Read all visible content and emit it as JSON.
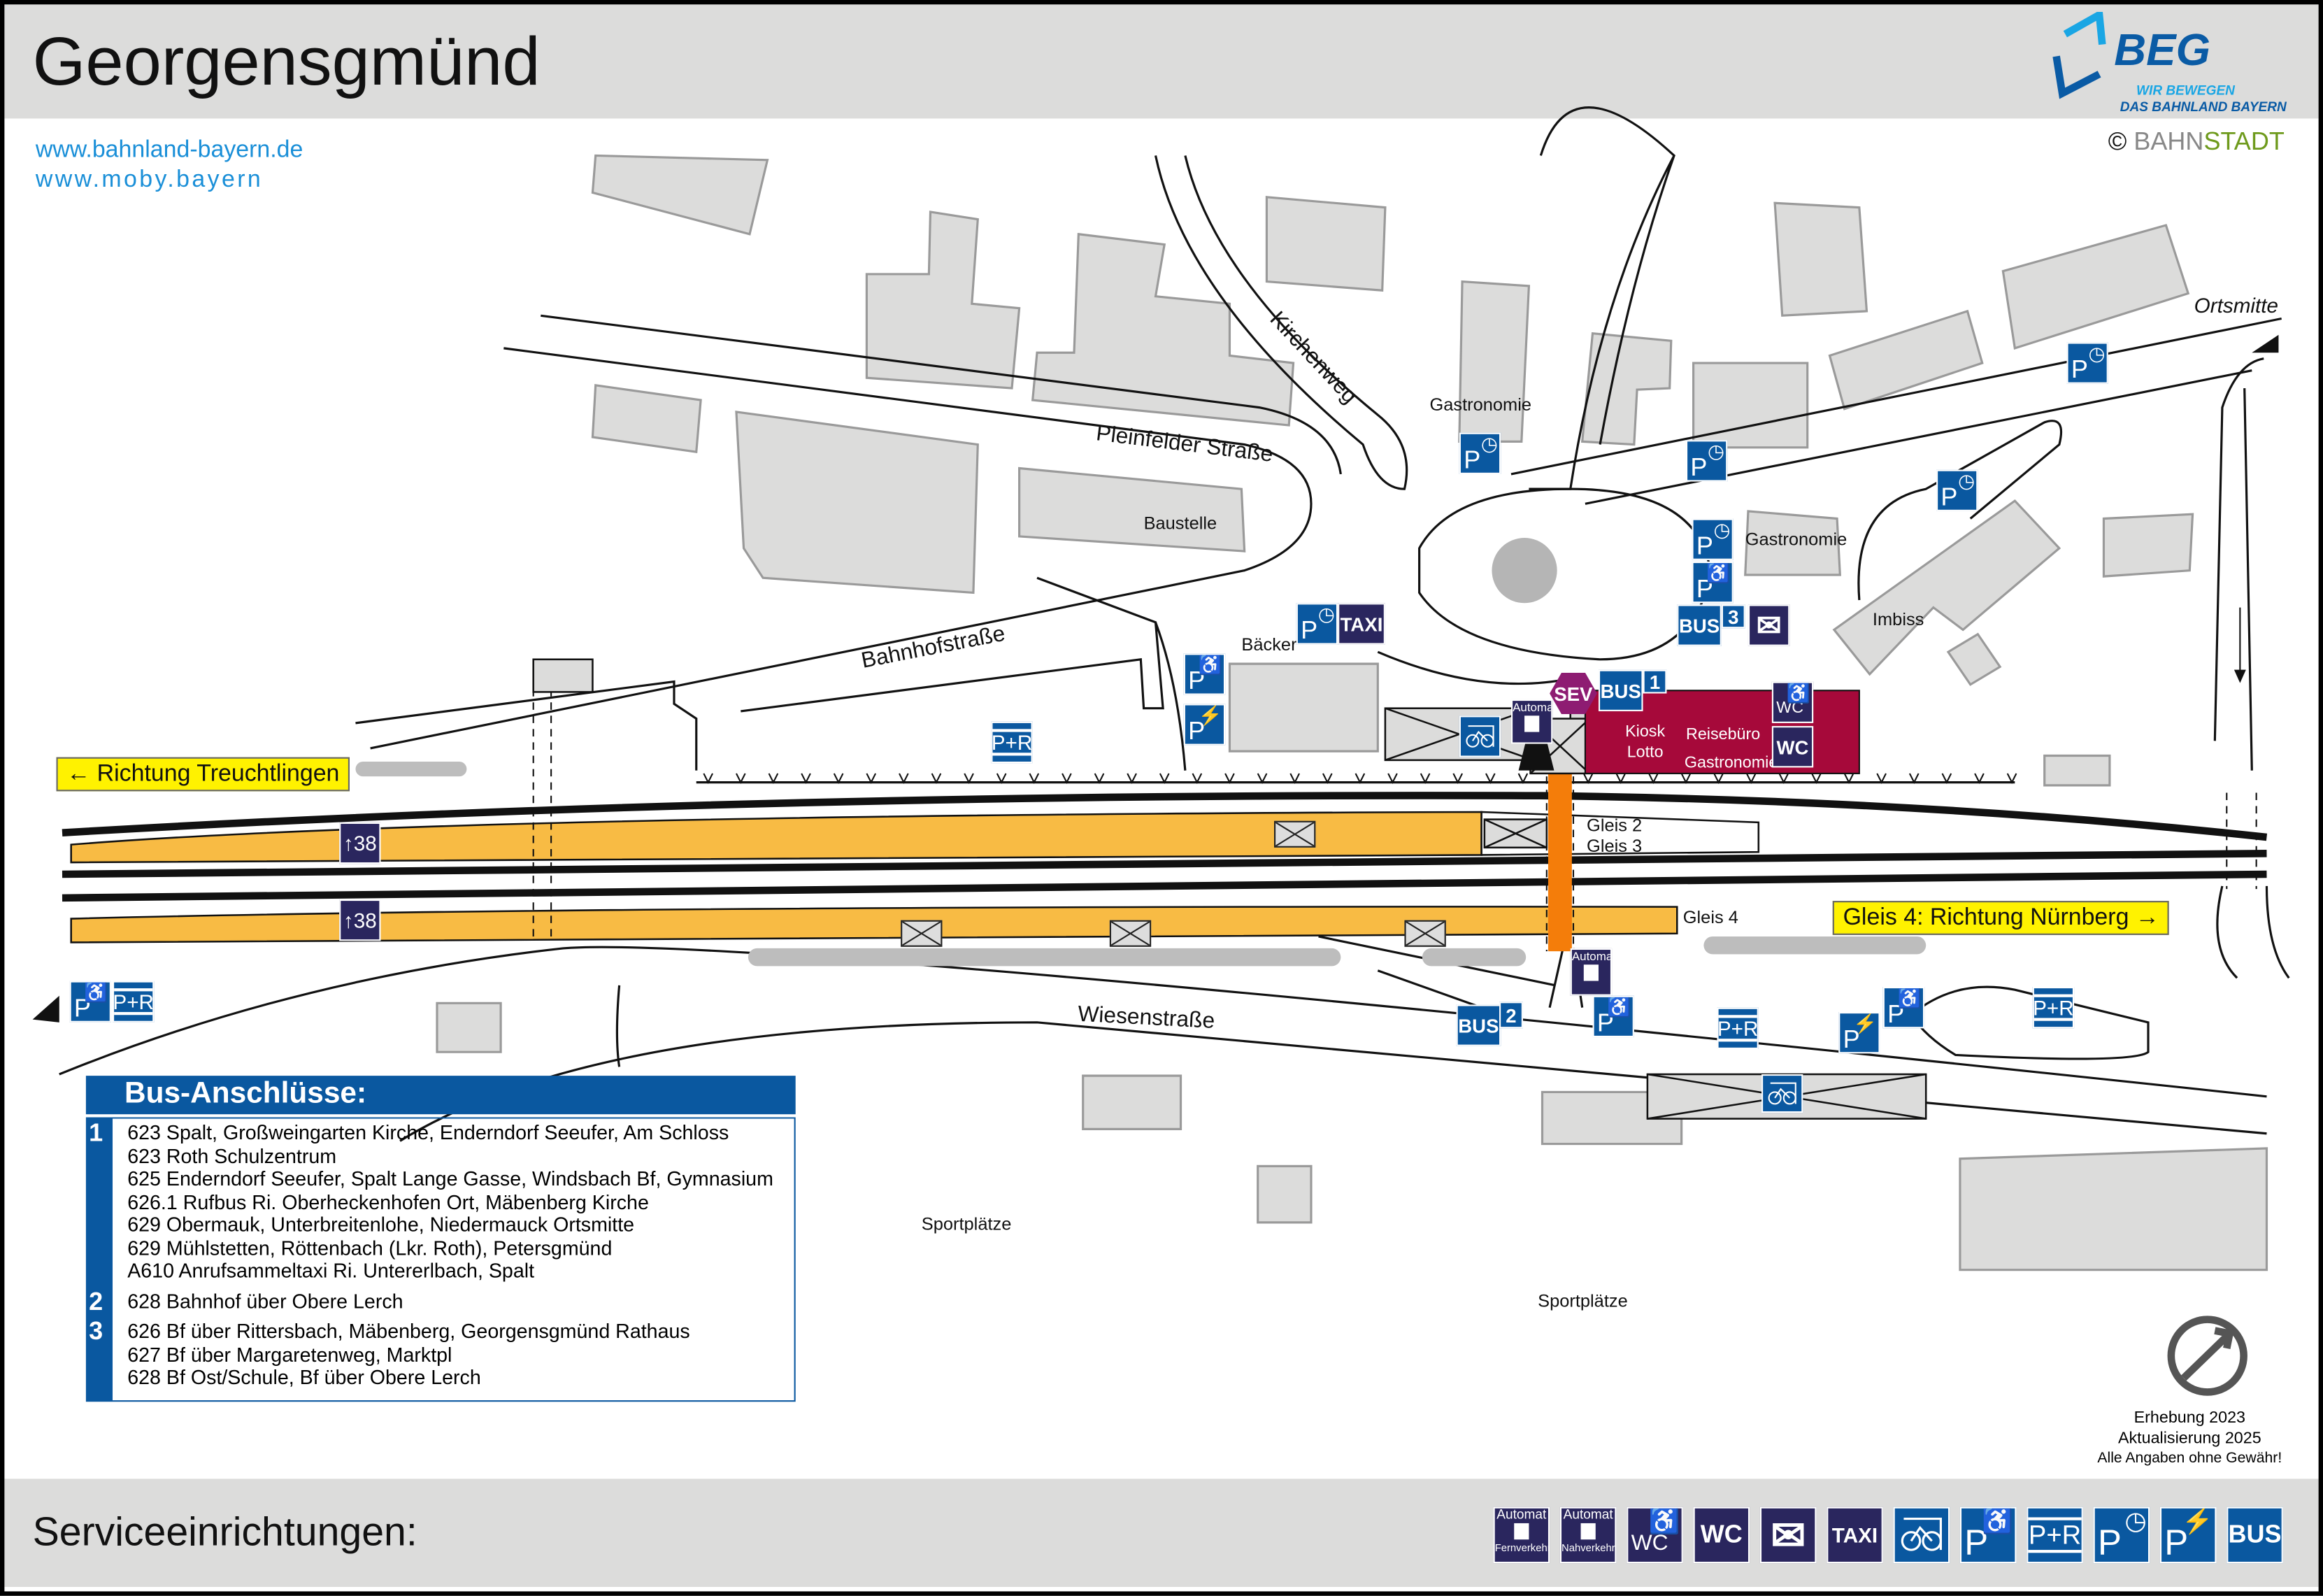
{
  "header": {
    "title": "Georgensgmünd",
    "links": [
      "www.bahnland-bayern.de",
      "www.moby.bayern"
    ],
    "logo": {
      "name": "BEG",
      "tagline1": "WIR BEWEGEN",
      "tagline2": "DAS BAHNLAND BAYERN"
    },
    "copyright": {
      "symbol": "©",
      "part1": "BAHN",
      "part2": "STADT"
    }
  },
  "colors": {
    "platform": "#f8bb44",
    "underpass": "#f47d0a",
    "shop": "#a6093a",
    "sign_blue": "#0a58a0",
    "sign_navy": "#2a265e",
    "sev": "#8e1c72",
    "direction": "#fff200"
  },
  "map": {
    "streets": {
      "kirchenweg": "Kirchenweg",
      "pleinfelder": "Pleinfelder Straße",
      "bahnhof": "Bahnhofstraße",
      "wiesen": "Wiesenstraße"
    },
    "places": {
      "gastro1": "Gastronomie",
      "gastro2": "Gastronomie",
      "baustelle": "Baustelle",
      "baecker": "Bäcker",
      "imbiss": "Imbiss",
      "kiosk": "Kiosk",
      "lotto": "Lotto",
      "reisebuero": "Reisebüro",
      "gastro3": "Gastronomie",
      "sport1": "Sportplätze",
      "sport2": "Sportplätze",
      "ortsmitte": "Ortsmitte"
    },
    "tracks": {
      "gleis2": "Gleis 2",
      "gleis3": "Gleis 3",
      "gleis4": "Gleis 4"
    },
    "directions": {
      "west": "Richtung Treuchtlingen",
      "east": "Gleis 4: Richtung Nürnberg"
    },
    "bus_stops": {
      "stop1": "1",
      "stop2": "2",
      "stop3": "3"
    },
    "platform_height": "38"
  },
  "signs": {
    "p": "P",
    "pr": "P+R",
    "bus": "BUS",
    "taxi": "TAXI",
    "wc": "WC",
    "sev": "SEV",
    "automat": "Automat",
    "fern": "Fernverkehr",
    "nah": "Nahverkehr"
  },
  "bus_connections": {
    "title": "Bus-Anschlüsse:",
    "groups": [
      {
        "num": "1",
        "lines": [
          "623 Spalt, Großweingarten Kirche, Enderndorf Seeufer, Am Schloss",
          "623 Roth Schulzentrum",
          "625 Enderndorf Seeufer, Spalt Lange Gasse, Windsbach Bf, Gymnasium",
          "626.1 Rufbus Ri. Oberheckenhofen Ort, Mäbenberg Kirche",
          "629 Obermauk, Unterbreitenlohe, Niedermauck Ortsmitte",
          "629 Mühlstetten, Röttenbach (Lkr. Roth), Petersgmünd",
          "A610 Anrufsammeltaxi Ri. Untererlbach, Spalt"
        ]
      },
      {
        "num": "2",
        "lines": [
          "628 Bahnhof über Obere Lerch"
        ]
      },
      {
        "num": "3",
        "lines": [
          "626 Bf über Rittersbach, Mäbenberg, Georgensgmünd Rathaus",
          "627 Bf über Margaretenweg, Marktpl",
          "628 Bf Ost/Schule, Bf über Obere Lerch"
        ]
      }
    ]
  },
  "footer": {
    "services_title": "Serviceeinrichtungen:",
    "survey": "Erhebung 2023",
    "update": "Aktualisierung 2025",
    "disclaimer": "Alle Angaben ohne Gewähr!"
  }
}
